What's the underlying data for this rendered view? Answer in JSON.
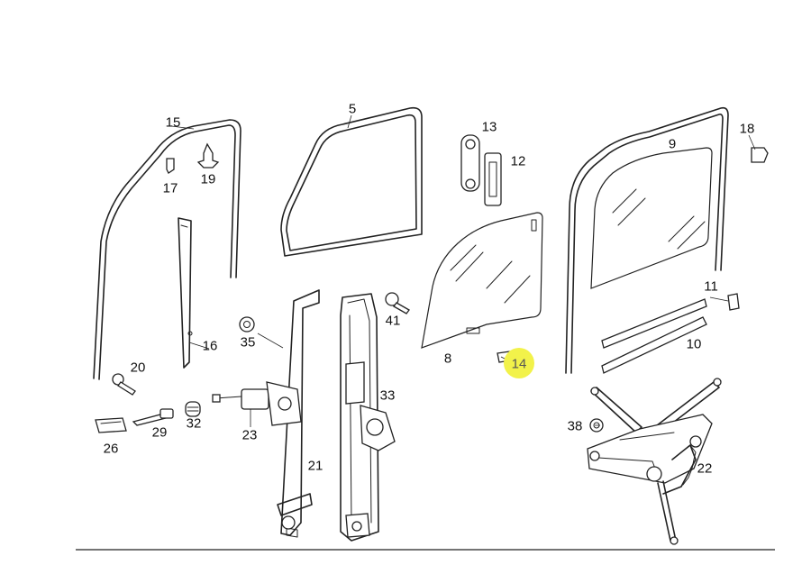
{
  "diagram": {
    "highlight_color": "#f2f24a",
    "highlighted_part": "14",
    "labels": {
      "p5": "5",
      "p8": "8",
      "p9": "9",
      "p10": "10",
      "p11": "11",
      "p12": "12",
      "p13": "13",
      "p14": "14",
      "p15": "15",
      "p16": "16",
      "p17": "17",
      "p18": "18",
      "p19": "19",
      "p20": "20",
      "p21": "21",
      "p22": "22",
      "p23": "23",
      "p26": "26",
      "p29": "29",
      "p32": "32",
      "p33": "33",
      "p35": "35",
      "p38": "38",
      "p41": "41"
    }
  }
}
